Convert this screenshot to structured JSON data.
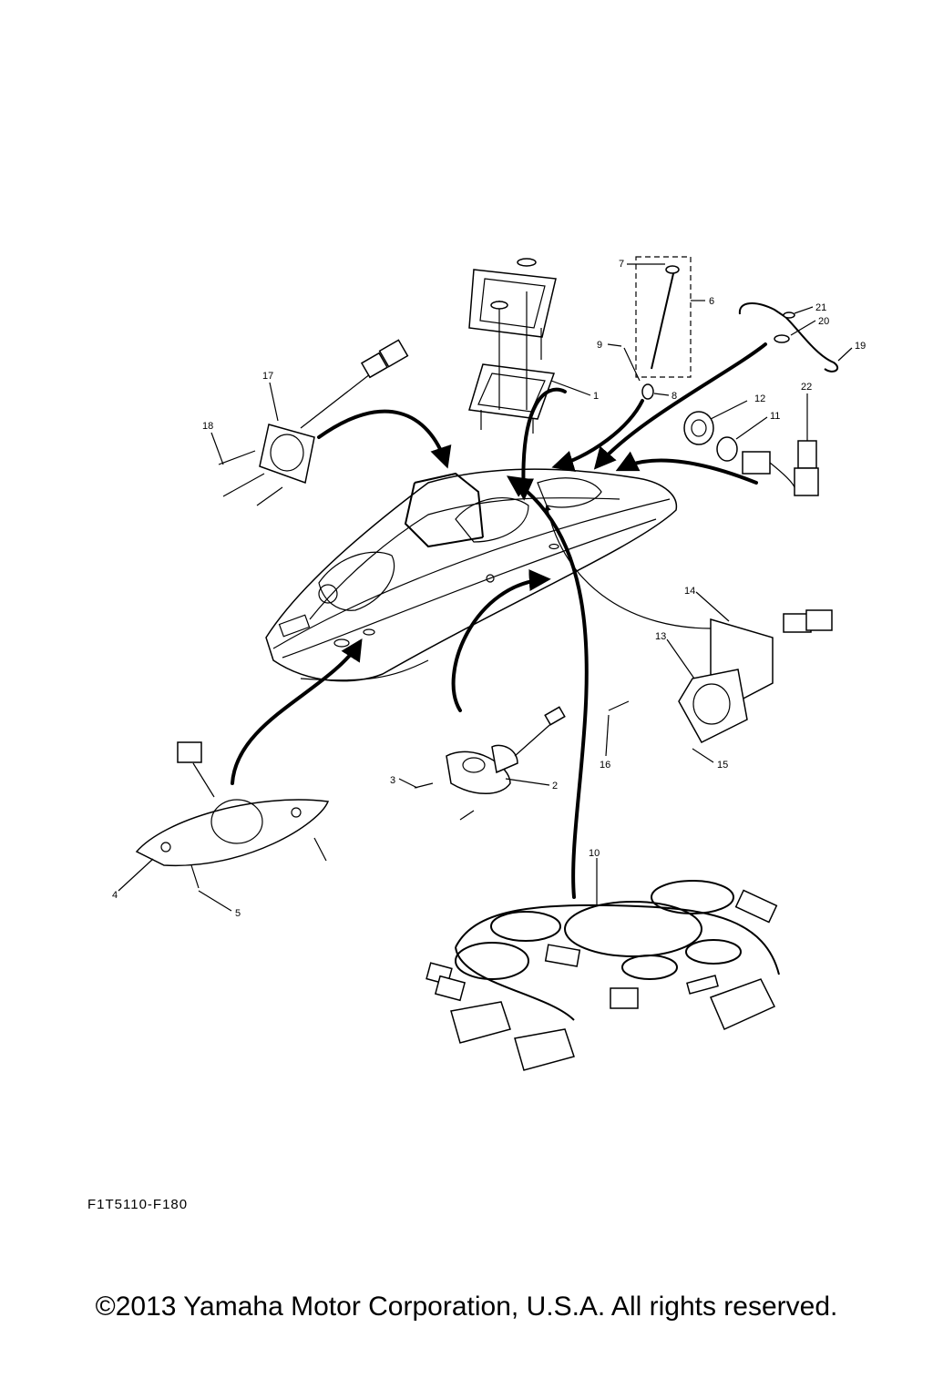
{
  "figure_code": "F1T5110-F180",
  "copyright": "©2013 Yamaha Motor Corporation, U.S.A. All rights reserved.",
  "callouts": [
    {
      "id": "c1",
      "text": "1"
    },
    {
      "id": "c2",
      "text": "2"
    },
    {
      "id": "c3",
      "text": "3"
    },
    {
      "id": "c4",
      "text": "4"
    },
    {
      "id": "c5",
      "text": "5"
    },
    {
      "id": "c6",
      "text": "6"
    },
    {
      "id": "c7",
      "text": "7"
    },
    {
      "id": "c8",
      "text": "8"
    },
    {
      "id": "c9",
      "text": "9"
    },
    {
      "id": "c10",
      "text": "10"
    },
    {
      "id": "c11",
      "text": "11"
    },
    {
      "id": "c12",
      "text": "12"
    },
    {
      "id": "c13",
      "text": "13"
    },
    {
      "id": "c14",
      "text": "14"
    },
    {
      "id": "c15",
      "text": "15"
    },
    {
      "id": "c16",
      "text": "16"
    },
    {
      "id": "c17",
      "text": "17"
    },
    {
      "id": "c18",
      "text": "18"
    },
    {
      "id": "c19",
      "text": "19"
    },
    {
      "id": "c20",
      "text": "20"
    },
    {
      "id": "c21",
      "text": "21"
    },
    {
      "id": "c22",
      "text": "22"
    }
  ]
}
